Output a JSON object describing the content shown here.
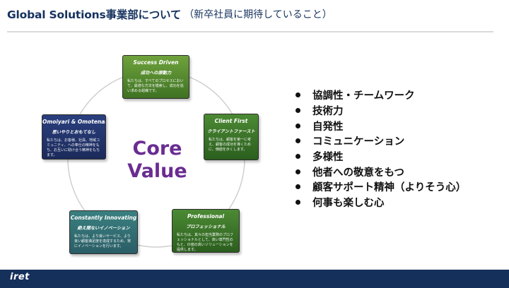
{
  "header": {
    "title": "Global Solutions事業部について",
    "subtitle": "（新卒社員に期待していること）"
  },
  "diagram": {
    "center_label_line1": "Core",
    "center_label_line2": "Value",
    "boxes": [
      {
        "title": "Success Driven",
        "subtitle": "成功への原動力",
        "body": "私たちは、すべてのプロセスにおいて、最適な方法を模索し、成功を追い求める組織です。"
      },
      {
        "title": "Client First",
        "subtitle": "クライアントファースト",
        "body": "私たちは、顧客を第一に考え、顧客の成功を導くために、価値を示くします。"
      },
      {
        "title": "Professional",
        "subtitle": "プロフェッショナル",
        "body": "私たちは、其々の担当業務のプロフェッショナルとして、高い専門性のもと、价値の高いソリューションを提供します。"
      },
      {
        "title": "Constantly Innovating",
        "subtitle": "絶え間ないイノベーション",
        "body": "私たちは、より良いサービス、より良い顧客満足度を達成するため、常にイノベーションを行います。"
      },
      {
        "title": "Omoiyari & Omotenashi",
        "subtitle": "思いやりとおもてなし",
        "body": "私たちは、お客様、社員、地域コミュニティ、への奉仕の精神をもち、お互いに助け合う精神をもちます。"
      }
    ]
  },
  "values": [
    "協調性・チームワーク",
    "技術力",
    "自発性",
    "コミュニケーション",
    "多様性",
    "他者への敬意をもつ",
    "顧客サポート精神（よりそう心）",
    "何事も楽しむ心"
  ],
  "footer": {
    "logo": "iret"
  },
  "colors": {
    "title": "#16335e",
    "core_value": "#6a2c91",
    "footer_bar": "#16305c",
    "box_green": "#4c8a34",
    "box_navy": "#1b2a5a",
    "box_teal": "#2b5d66"
  }
}
